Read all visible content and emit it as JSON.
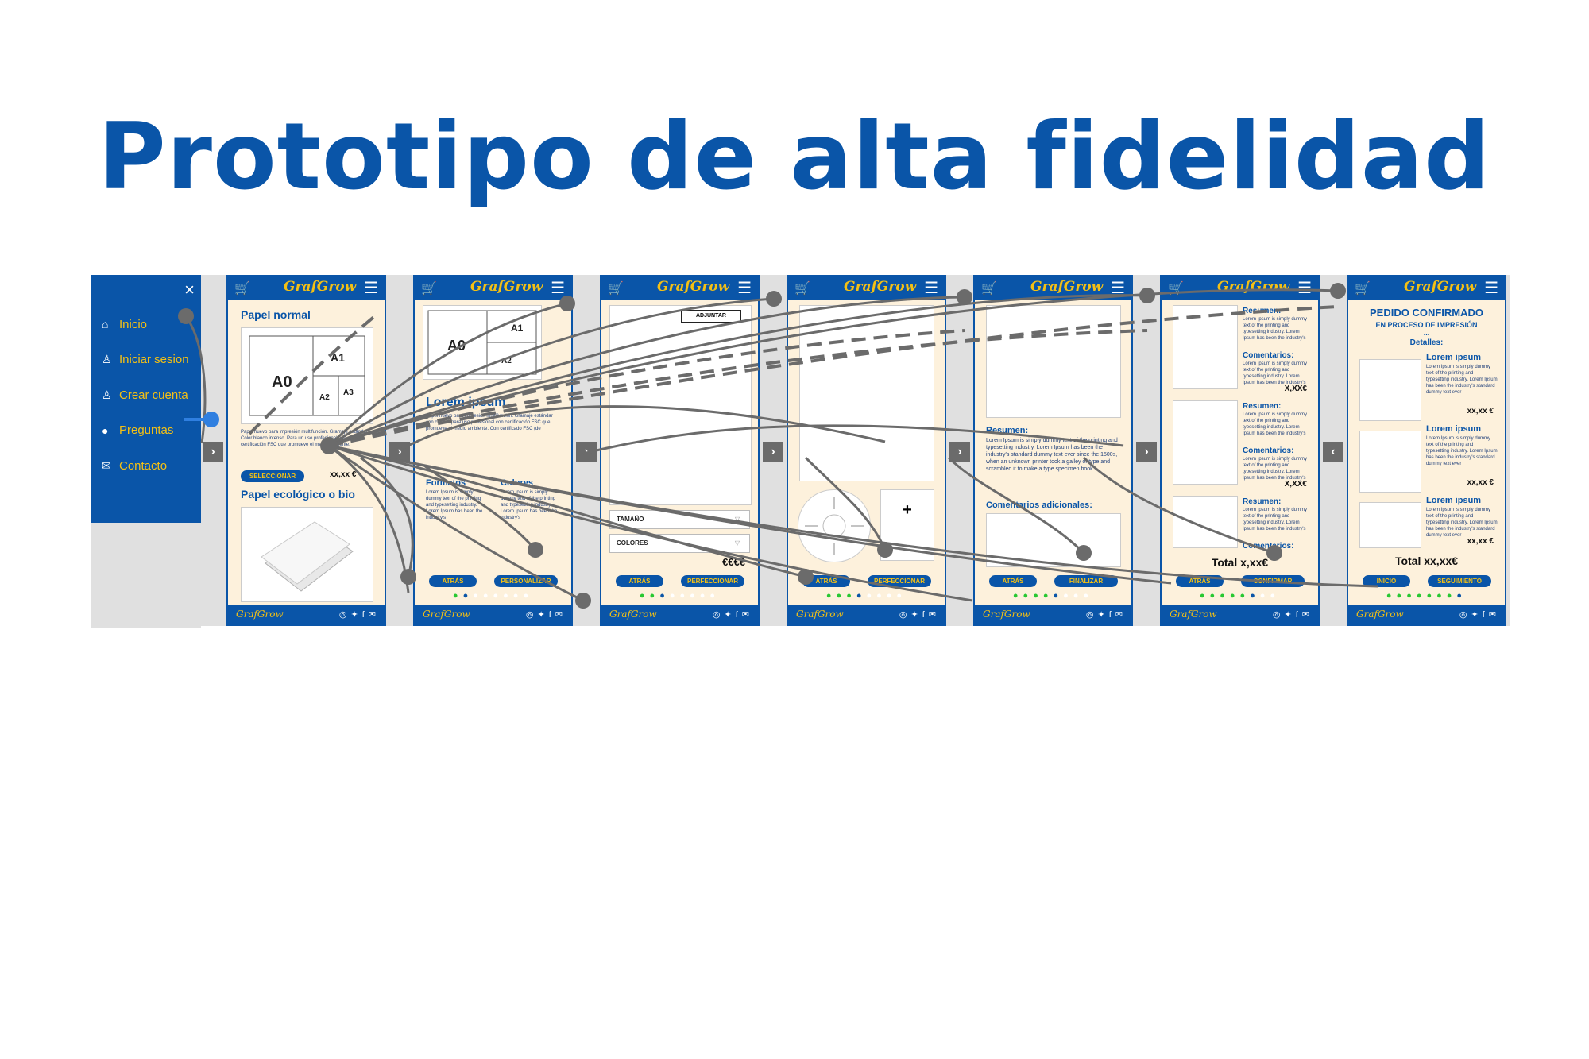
{
  "title": "Prototipo de alta fidelidad",
  "brand": {
    "logo": "GrafGrow",
    "footer_logo": "GrafGrow",
    "primary": "#0a55a8",
    "accent": "#f4c014",
    "panel": "#fdf1dc",
    "progress_done": "#28c832"
  },
  "sidebar": {
    "close_icon": "×",
    "items": [
      {
        "icon": "home-icon",
        "glyph": "⌂",
        "label": "Inicio"
      },
      {
        "icon": "user-icon",
        "glyph": "♙",
        "label": "Iniciar sesion"
      },
      {
        "icon": "user-plus-icon",
        "glyph": "♙",
        "label": "Crear cuenta"
      },
      {
        "icon": "chat-icon",
        "glyph": "●",
        "label": "Preguntas"
      },
      {
        "icon": "mail-icon",
        "glyph": "✉",
        "label": "Contacto"
      }
    ]
  },
  "screen1": {
    "heading1": "Papel normal",
    "a0": "A0",
    "a1": "A1",
    "a2": "A2",
    "a3": "A3",
    "desc": "Papel nuevo para impresión multifunción. Gramaje estándar. Color blanco intenso. Para un uso profesional con certificación FSC que promueve el medio ambiente.",
    "select": "SELECCIONAR",
    "price": "xx,xx €",
    "heading2": "Papel ecológico o bio"
  },
  "screen2": {
    "a0": "A0",
    "a1": "A1",
    "a2": "A2",
    "heading": "Lorem ipsum",
    "desc": "Papel nuevo para impresión multifunción. Gramaje estándar con calidad para uso profesional con certificación FSC que promueve el medio ambiente. Con certificado FSC (de",
    "formatos": "Formatos",
    "colores": "Colores",
    "back": "ATRÁS",
    "next": "PERSONALIZAR"
  },
  "screen3": {
    "attach": "ADJUNTAR",
    "size": "TAMAÑO",
    "colors": "COLORES",
    "price": "€€€€",
    "back": "ATRÁS",
    "next": "PERFECCIONAR"
  },
  "screen4": {
    "plus": "+",
    "back": "ATRÁS",
    "next": "PERFECCIONAR"
  },
  "screen5": {
    "summary": "Resumen:",
    "summary_text": "Lorem Ipsum is simply dummy text of the printing and typesetting industry. Lorem Ipsum has been the industry's standard dummy text ever since the 1500s, when an unknown printer took a galley of type and scrambled it to make a type specimen book.",
    "comments": "Comentarios adicionales:",
    "back": "ATRÁS",
    "next": "FINALIZAR"
  },
  "screen6": {
    "items": [
      {
        "resumen": "Resumen:",
        "comentarios": "Comentarios:",
        "price": "X,XX€"
      },
      {
        "resumen": "Resumen:",
        "comentarios": "Comentarios:",
        "price": "X,XX€"
      },
      {
        "resumen": "Resumen:",
        "comentarios": "Comentarios:",
        "price": ""
      }
    ],
    "text": "Lorem Ipsum is simply dummy text of the printing and typesetting industry. Lorem Ipsum has been the industry's",
    "total": "Total x,xx€",
    "back": "ATRÁS",
    "next": "CONFIRMAR"
  },
  "screen7": {
    "title": "PEDIDO CONFIRMADO",
    "subtitle": "EN PROCESO DE IMPRESIÓN",
    "dots": "...",
    "details": "Detalles:",
    "items": [
      {
        "name": "Lorem ipsum",
        "price": "xx,xx €"
      },
      {
        "name": "Lorem ipsum",
        "price": "xx,xx €"
      },
      {
        "name": "Lorem ipsum",
        "price": "xx,xx €"
      }
    ],
    "text": "Lorem Ipsum is simply dummy text of the printing and typesetting industry. Lorem Ipsum has been the industry's standard dummy text ever",
    "total": "Total xx,xx€",
    "back": "INICIO",
    "next": "SEGUIMIENTO"
  }
}
